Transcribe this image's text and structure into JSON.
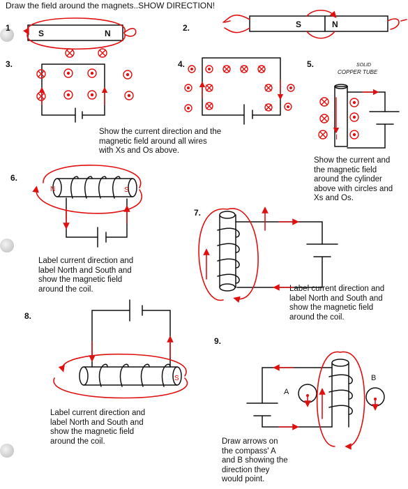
{
  "header": {
    "title": "Draw the field around the magnets..SHOW DIRECTION!"
  },
  "problems": [
    {
      "number": "1"
    },
    {
      "number": "2."
    },
    {
      "number": "3."
    },
    {
      "number": "4."
    },
    {
      "number": "5."
    },
    {
      "number": "6."
    },
    {
      "number": "7."
    },
    {
      "number": "8."
    },
    {
      "number": "9."
    }
  ],
  "magnets": {
    "pole_s": "S",
    "pole_n": "N"
  },
  "annotations": {
    "solid_copper_tube_line1": "SOLID",
    "solid_copper_tube_line2": "COPPER TUBE",
    "current_label": "I",
    "coil_pole_n": "N",
    "coil_pole_s": "S"
  },
  "instructions": {
    "wires": [
      "Show the current direction and the",
      "magnetic field  around all wires",
      "with Xs and Os above."
    ],
    "cylinder": [
      "Show the current  and",
      "the magnetic field",
      "around the cylinder",
      "above with circles and",
      "Xs and Os."
    ],
    "coil6": [
      "Label current direction and",
      "label North and South and",
      "show the magnetic field",
      "around the coil."
    ],
    "coil7": [
      "Label current direction and",
      "label North and South and",
      "show the magnetic field",
      "around the coil."
    ],
    "coil8": [
      "Label current direction and",
      "label North and South and",
      "show the magnetic field",
      "around the coil."
    ],
    "compass": [
      "Draw arrows on",
      " the compass' A",
      "and B showing the",
      "direction they",
      "would point."
    ]
  },
  "compass_labels": {
    "a": "A",
    "b": "B"
  },
  "colors": {
    "ink": "#111111",
    "annotation_red": "#e01010"
  }
}
